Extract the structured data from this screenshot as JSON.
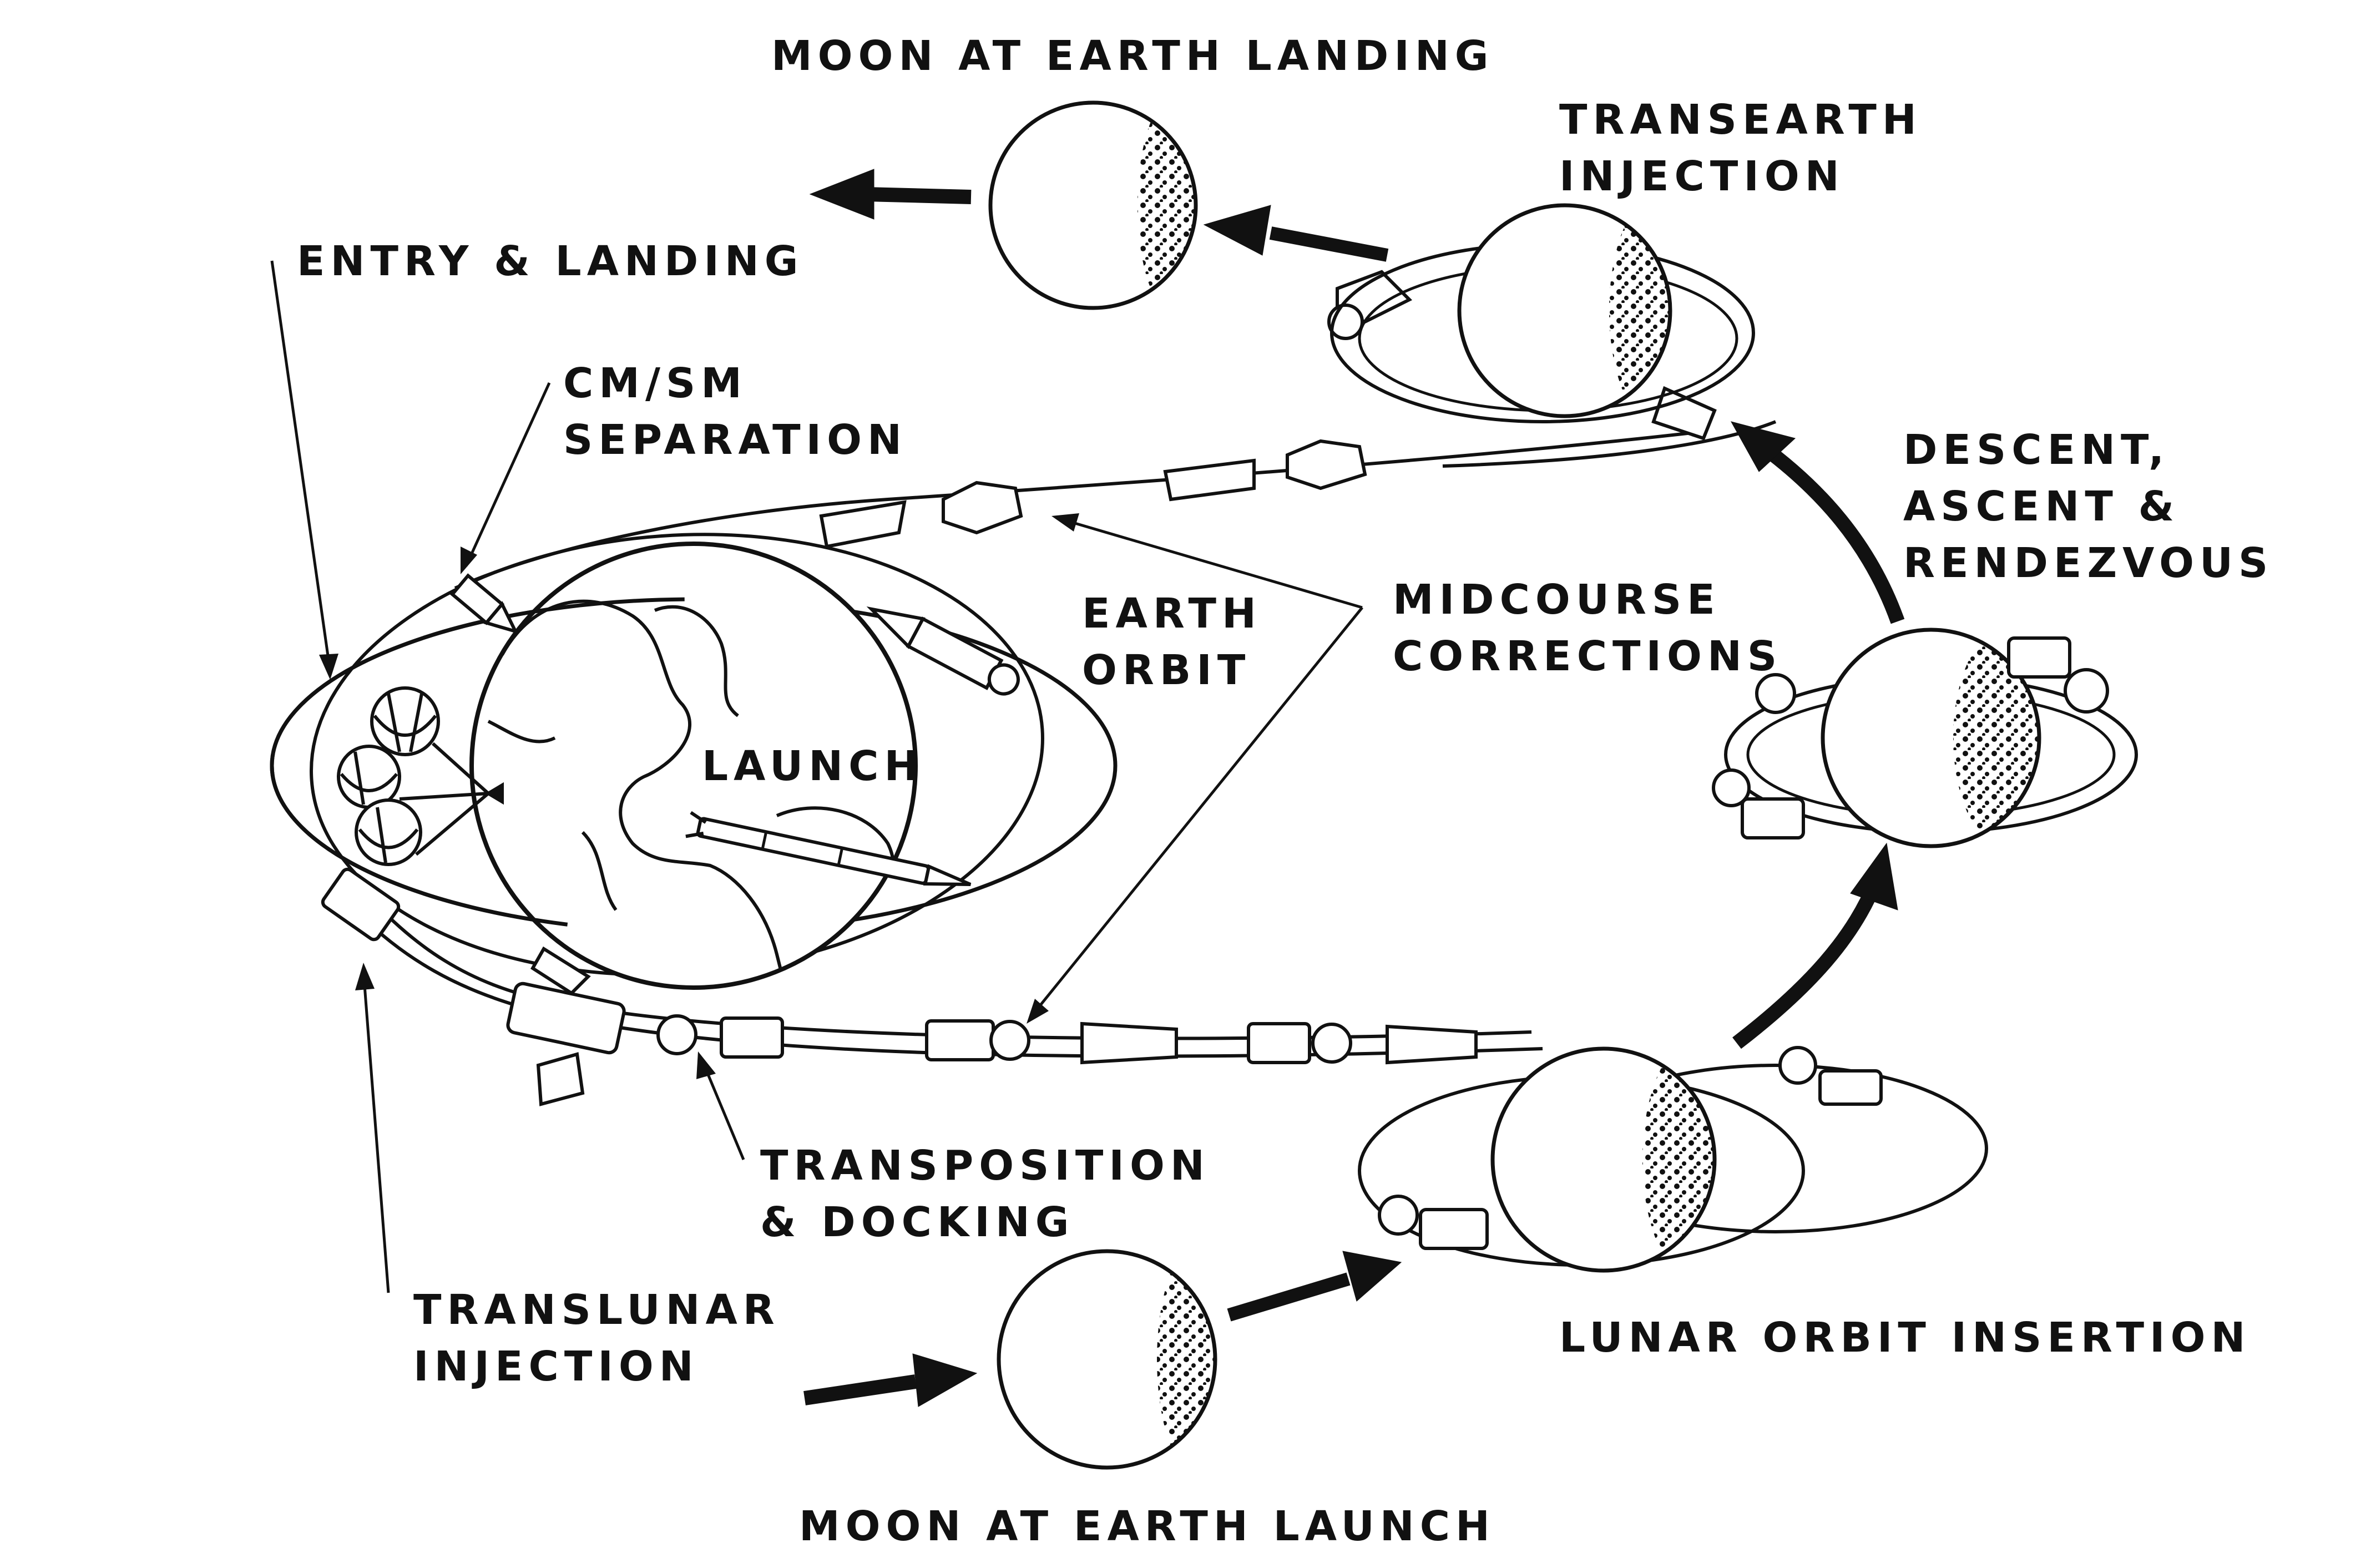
{
  "diagram": {
    "labels": {
      "moon_at_earth_landing": [
        "MOON AT EARTH LANDING"
      ],
      "transearth_injection": [
        "TRANSEARTH",
        "INJECTION"
      ],
      "entry_and_landing": [
        "ENTRY & LANDING"
      ],
      "cm_sm_separation": [
        "CM/SM",
        "SEPARATION"
      ],
      "descent_ascent_rendezvous": [
        "DESCENT,",
        "ASCENT &",
        "RENDEZVOUS"
      ],
      "earth_orbit": [
        "EARTH",
        "ORBIT"
      ],
      "midcourse_corrections": [
        "MIDCOURSE",
        "CORRECTIONS"
      ],
      "launch": [
        "LAUNCH"
      ],
      "transposition_docking": [
        "TRANSPOSITION",
        "& DOCKING"
      ],
      "translunar_injection": [
        "TRANSLUNAR",
        "INJECTION"
      ],
      "lunar_orbit_insertion": [
        "LUNAR ORBIT INSERTION"
      ],
      "moon_at_earth_launch": [
        "MOON AT EARTH LAUNCH"
      ]
    },
    "colors": {
      "ink": "#111111",
      "paper": "#ffffff"
    }
  }
}
